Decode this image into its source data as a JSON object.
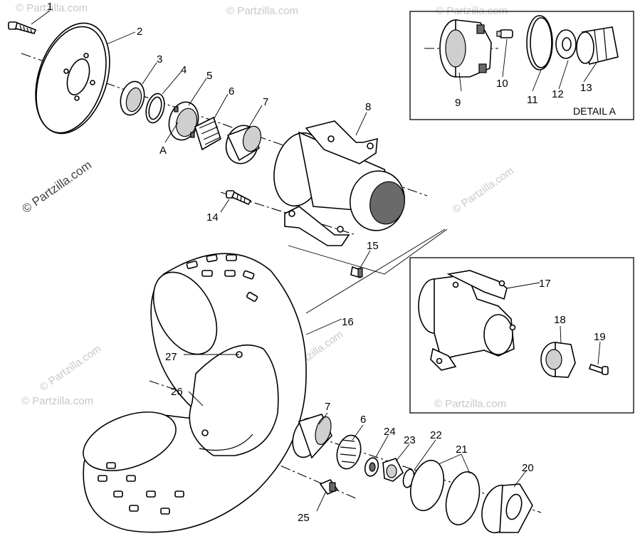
{
  "diagram": {
    "watermark": "© Partzilla.com",
    "detail_a_label": "DETAIL A",
    "marker_a": "A",
    "callouts": {
      "c1": "1",
      "c2": "2",
      "c3": "3",
      "c4": "4",
      "c5": "5",
      "c6": "6",
      "c7": "7",
      "c8": "8",
      "c9": "9",
      "c10": "10",
      "c11": "11",
      "c12": "12",
      "c13": "13",
      "c14": "14",
      "c15": "15",
      "c16": "16",
      "c17": "17",
      "c18": "18",
      "c19": "19",
      "c20": "20",
      "c21": "21",
      "c22": "22",
      "c23": "23",
      "c24": "24",
      "c25": "25",
      "c26": "26",
      "c27": "27",
      "c6b": "6",
      "c7b": "7"
    }
  }
}
